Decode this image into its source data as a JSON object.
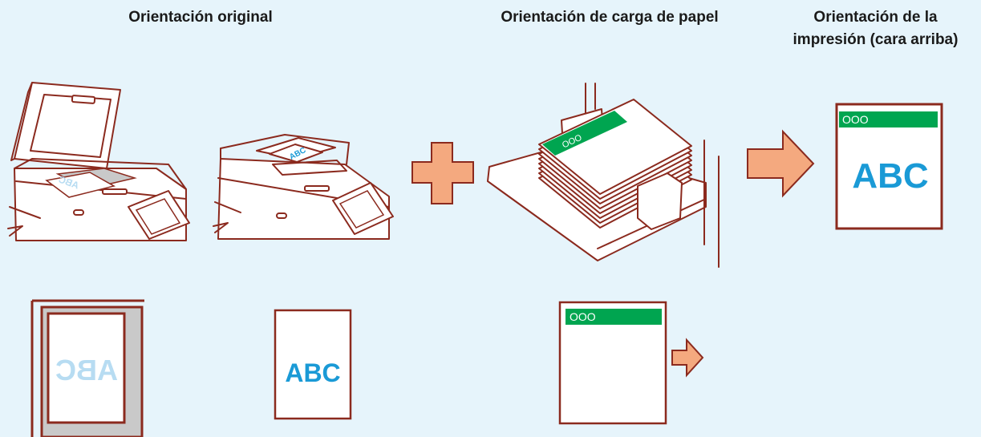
{
  "headings": {
    "original_orientation": "Orientación original",
    "paper_load_orientation": "Orientación de carga de papel",
    "print_orientation_line1": "Orientación de la",
    "print_orientation_line2": "impresión (cara arriba)"
  },
  "labels": {
    "abc": "ABC",
    "circles": "OOO"
  },
  "icons": {
    "scanner_glass": "flatbed-scanner-icon",
    "scanner_adf": "adf-scanner-icon",
    "plus": "plus-icon",
    "tray": "paper-tray-icon",
    "arrow": "right-arrow-icon"
  },
  "colors": {
    "background": "#e6f4fb",
    "outline": "#8b2a1e",
    "accent_orange": "#f4a97f",
    "green_bar": "#00a550",
    "abc_blue": "#1a9ad6",
    "abc_light": "#b7dcf2",
    "shadow_gray": "#c9c9c9"
  }
}
